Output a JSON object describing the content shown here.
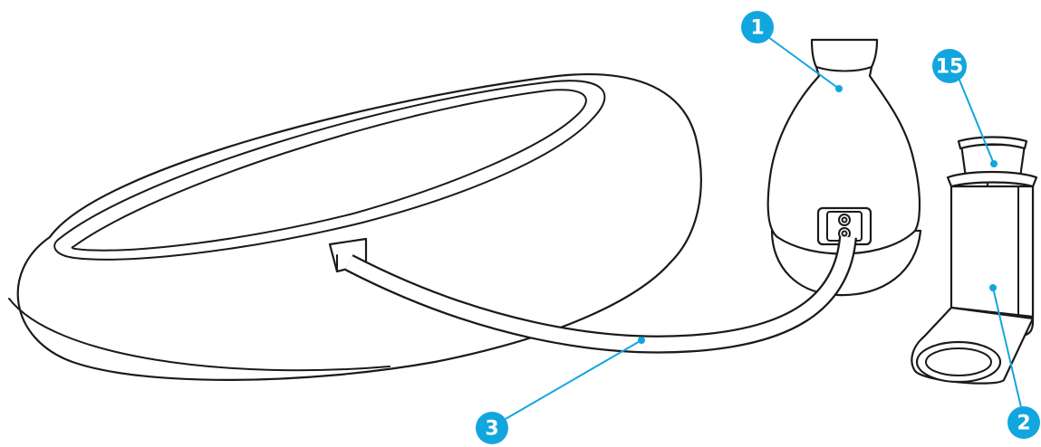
{
  "colors": {
    "accent": "#12a6df",
    "outline": "#1a1a1a",
    "background": "#ffffff"
  },
  "callouts": [
    {
      "id": "1",
      "label": "1",
      "part": "nebulizer-chamber"
    },
    {
      "id": "15",
      "label": "15",
      "part": "canister-cap"
    },
    {
      "id": "2",
      "label": "2",
      "part": "inhaler-body"
    },
    {
      "id": "3",
      "label": "3",
      "part": "air-tube"
    }
  ]
}
